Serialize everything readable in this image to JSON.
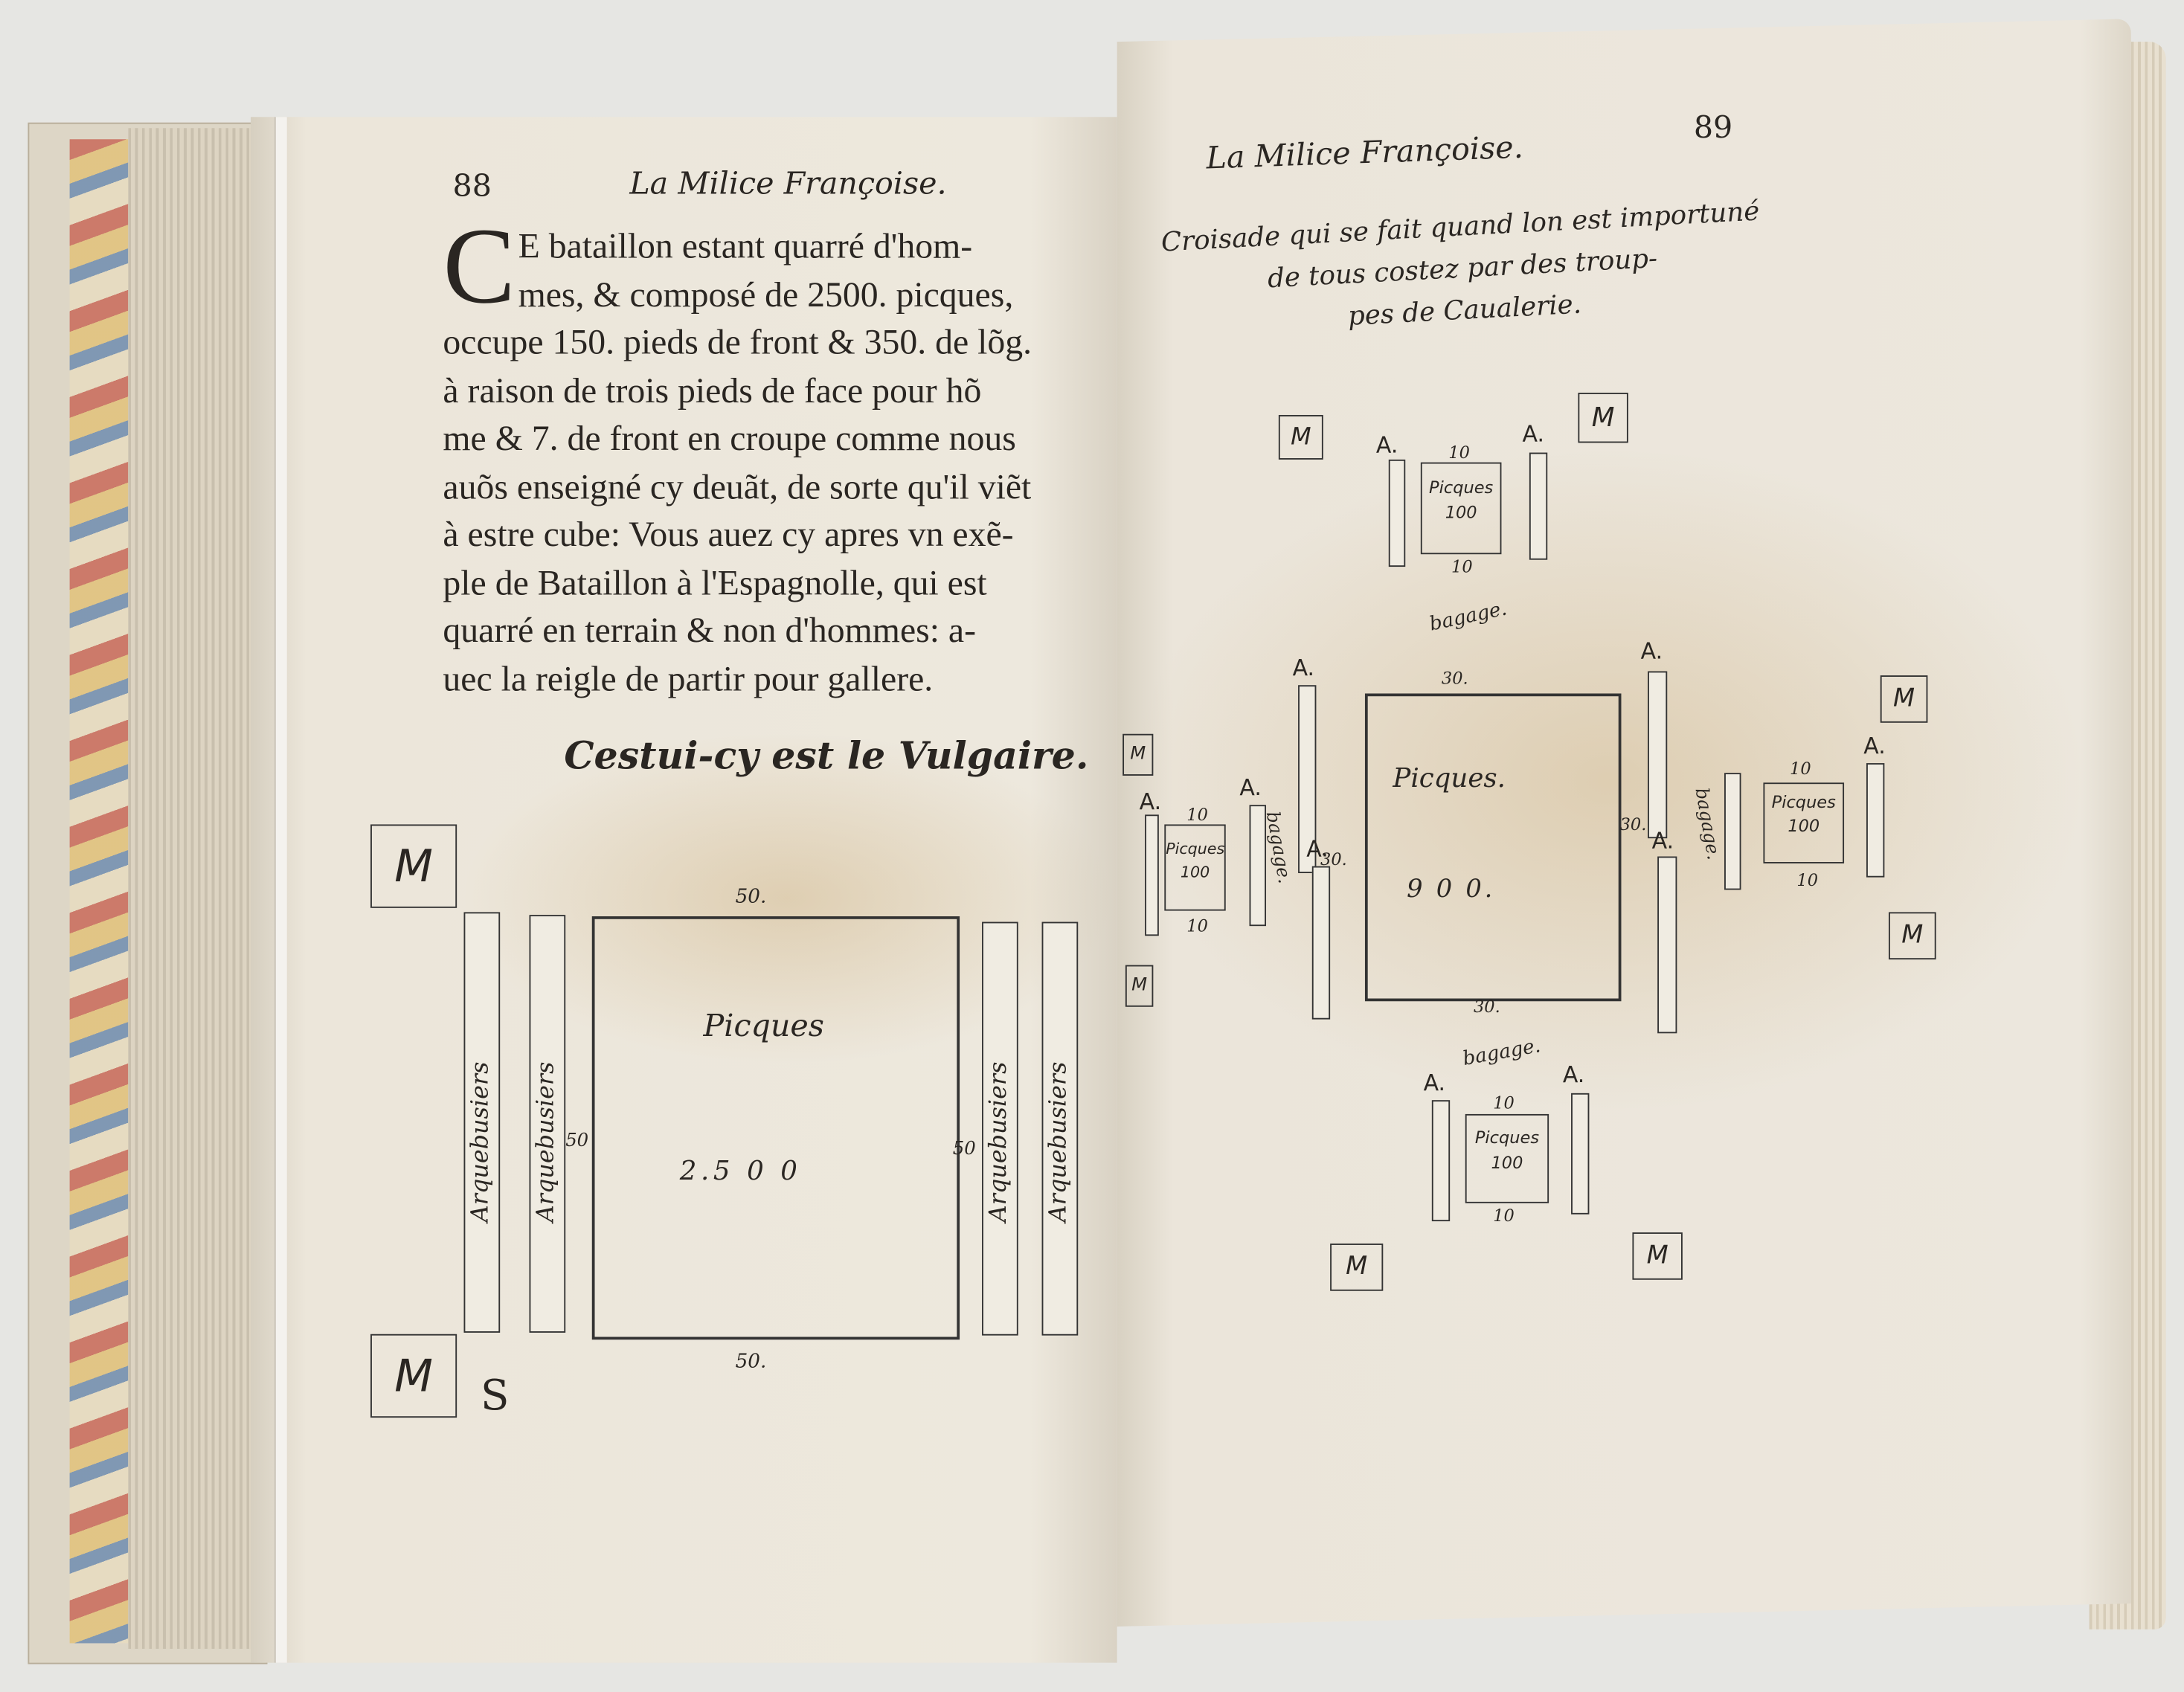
{
  "left_page": {
    "page_number": "88",
    "running_head": "La Milice Françoise.",
    "dropcap": "C",
    "body_lines": [
      "E bataillon estant quarré d'hom-",
      "mes, & composé de 2500. picques,",
      "occupe 150. pieds de front & 350. de lõg.",
      "à raison de trois pieds de face pour hõ",
      "me & 7. de front en croupe comme nous",
      "auõs enseigné cy deuãt, de sorte qu'il viẽt",
      "à estre cube: Vous auez cy apres vn exẽ-",
      "ple de Bataillon à l'Espagnolle, qui est",
      "quarré en terrain & non d'hommes: a-",
      "uec la reigle de partir pour gallere."
    ],
    "diagram": {
      "title": "Cestui-cy est le Vulgaire.",
      "marker": "M",
      "center_label": "Picques",
      "center_count": "2.5 0 0",
      "dim_top": "50.",
      "dim_bottom": "50.",
      "dim_left": "50",
      "dim_right": "50",
      "wing_label": "Arquebusiers",
      "corner_mark": "S"
    }
  },
  "right_page": {
    "page_number": "89",
    "running_head": "La Milice Françoise.",
    "title_lines": [
      "Croisade qui se fait quand lon est importuné",
      "de tous costez par des troup-",
      "pes de Caualerie."
    ],
    "diagram": {
      "marker": "M",
      "letter_a": "A.",
      "center_label": "Picques.",
      "center_count": "9 0 0.",
      "center_dim": "30.",
      "small_label": "Picques",
      "small_count": "100",
      "small_dim": "10",
      "baggage": "bagage."
    }
  },
  "colors": {
    "paper": "#ece6da",
    "ink": "#2a2622",
    "stain": "#c4a064"
  }
}
